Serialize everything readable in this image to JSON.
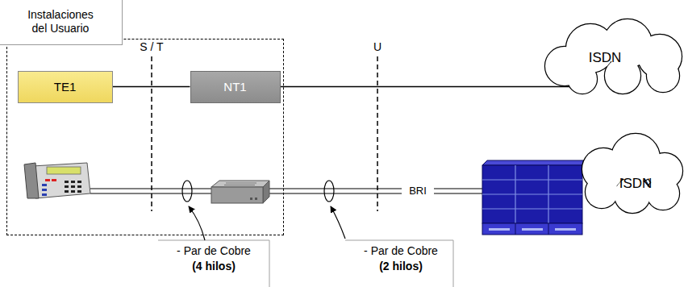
{
  "diagram": {
    "nodes": [
      {
        "text": [
          "Instalaciones del Usuario"
        ]
      },
      {
        "text": [
          "TE1"
        ],
        "in": 0
      },
      {
        "text": [
          "NT1"
        ],
        "in": 0
      },
      {
        "text": [
          "ISDN"
        ]
      },
      {
        "text": [
          "ISDN"
        ]
      }
    ],
    "edges": [
      {
        "from": 1,
        "to": 2,
        "arrow": "none"
      },
      {
        "from": 2,
        "to": 3,
        "arrow": "none"
      }
    ],
    "labels": [
      "S / T",
      "U",
      "BRI",
      "- Par de Cobre",
      "(4 hilos)",
      "- Par de Cobre",
      "(2 hilos)"
    ]
  }
}
